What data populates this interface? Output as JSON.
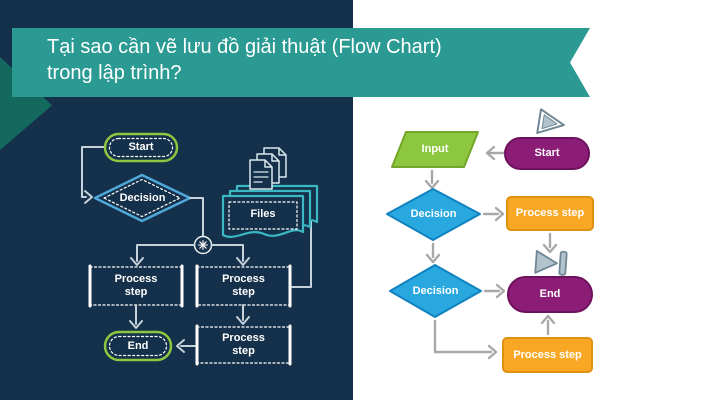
{
  "banner": {
    "line1": "Tại sao cần vẽ lưu đồ giải thuật (Flow Chart)",
    "line2": "trong lập trình?"
  },
  "left_chart": {
    "start": "Start",
    "decision": "Decision",
    "files": "Files",
    "process_top_left": "Process\nstep",
    "process_top_right": "Process\nstep",
    "process_bottom": "Process\nstep",
    "end": "End"
  },
  "right_chart": {
    "start": "Start",
    "input": "Input",
    "decision1": "Decision",
    "process1": "Process step",
    "decision2": "Decision",
    "process2": "Process step",
    "end": "End"
  },
  "icons": {
    "play": "play-icon",
    "end_play": "play-to-end-icon",
    "documents": "documents-icon",
    "junction": "junction-star-icon"
  },
  "colors": {
    "navy_background": "#15304a",
    "banner_teal": "#2a9a93",
    "banner_fold": "#14695f",
    "outline_green": "#8fc63f",
    "outline_blue": "#4fa8da",
    "outline_teal": "#3ab9c4",
    "line_light": "#c7d3da",
    "right_green": "#8dc63f",
    "right_purple": "#8c1d77",
    "right_blue": "#29a8e0",
    "right_orange": "#f9a826",
    "arrow_gray": "#a8a8a8",
    "white": "#ffffff"
  }
}
